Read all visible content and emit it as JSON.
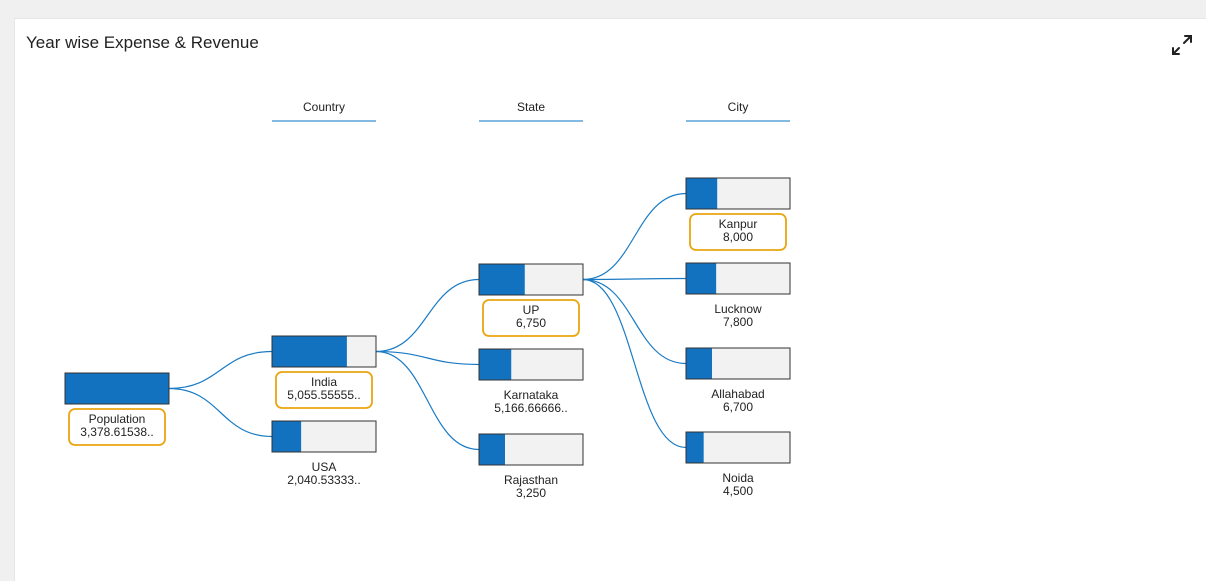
{
  "title": "Year wise Expense & Revenue",
  "expand_icon": "expand-diagonal-icon",
  "colors": {
    "fill": "#1272bf",
    "track": "#f2f2f2",
    "border": "#333333",
    "link": "#1a7bc4",
    "highlight": "#eaa50f",
    "header_line": "#3b8fd0"
  },
  "chart_data": {
    "type": "decomposition-tree",
    "title": "Year wise Expense & Revenue",
    "levels": [
      "Country",
      "State",
      "City"
    ],
    "root": {
      "label": "Population",
      "value": "3,378.61538..",
      "fill": 1.0,
      "highlighted": true
    },
    "nodes": [
      {
        "id": "india",
        "level": 1,
        "parent": "root",
        "label": "India",
        "value": "5,055.55555..",
        "fill": 0.72,
        "highlighted": true
      },
      {
        "id": "usa",
        "level": 1,
        "parent": "root",
        "label": "USA",
        "value": "2,040.53333..",
        "fill": 0.28,
        "highlighted": false
      },
      {
        "id": "up",
        "level": 2,
        "parent": "india",
        "label": "UP",
        "value": "6,750",
        "fill": 0.44,
        "highlighted": true
      },
      {
        "id": "karnataka",
        "level": 2,
        "parent": "india",
        "label": "Karnataka",
        "value": "5,166.66666..",
        "fill": 0.31,
        "highlighted": false
      },
      {
        "id": "rajasthan",
        "level": 2,
        "parent": "india",
        "label": "Rajasthan",
        "value": "3,250",
        "fill": 0.25,
        "highlighted": false
      },
      {
        "id": "kanpur",
        "level": 3,
        "parent": "up",
        "label": "Kanpur",
        "value": "8,000",
        "fill": 0.3,
        "highlighted": true
      },
      {
        "id": "lucknow",
        "level": 3,
        "parent": "up",
        "label": "Lucknow",
        "value": "7,800",
        "fill": 0.29,
        "highlighted": false
      },
      {
        "id": "allahabad",
        "level": 3,
        "parent": "up",
        "label": "Allahabad",
        "value": "6,700",
        "fill": 0.25,
        "highlighted": false
      },
      {
        "id": "noida",
        "level": 3,
        "parent": "up",
        "label": "Noida",
        "value": "4,500",
        "fill": 0.17,
        "highlighted": false
      }
    ]
  }
}
